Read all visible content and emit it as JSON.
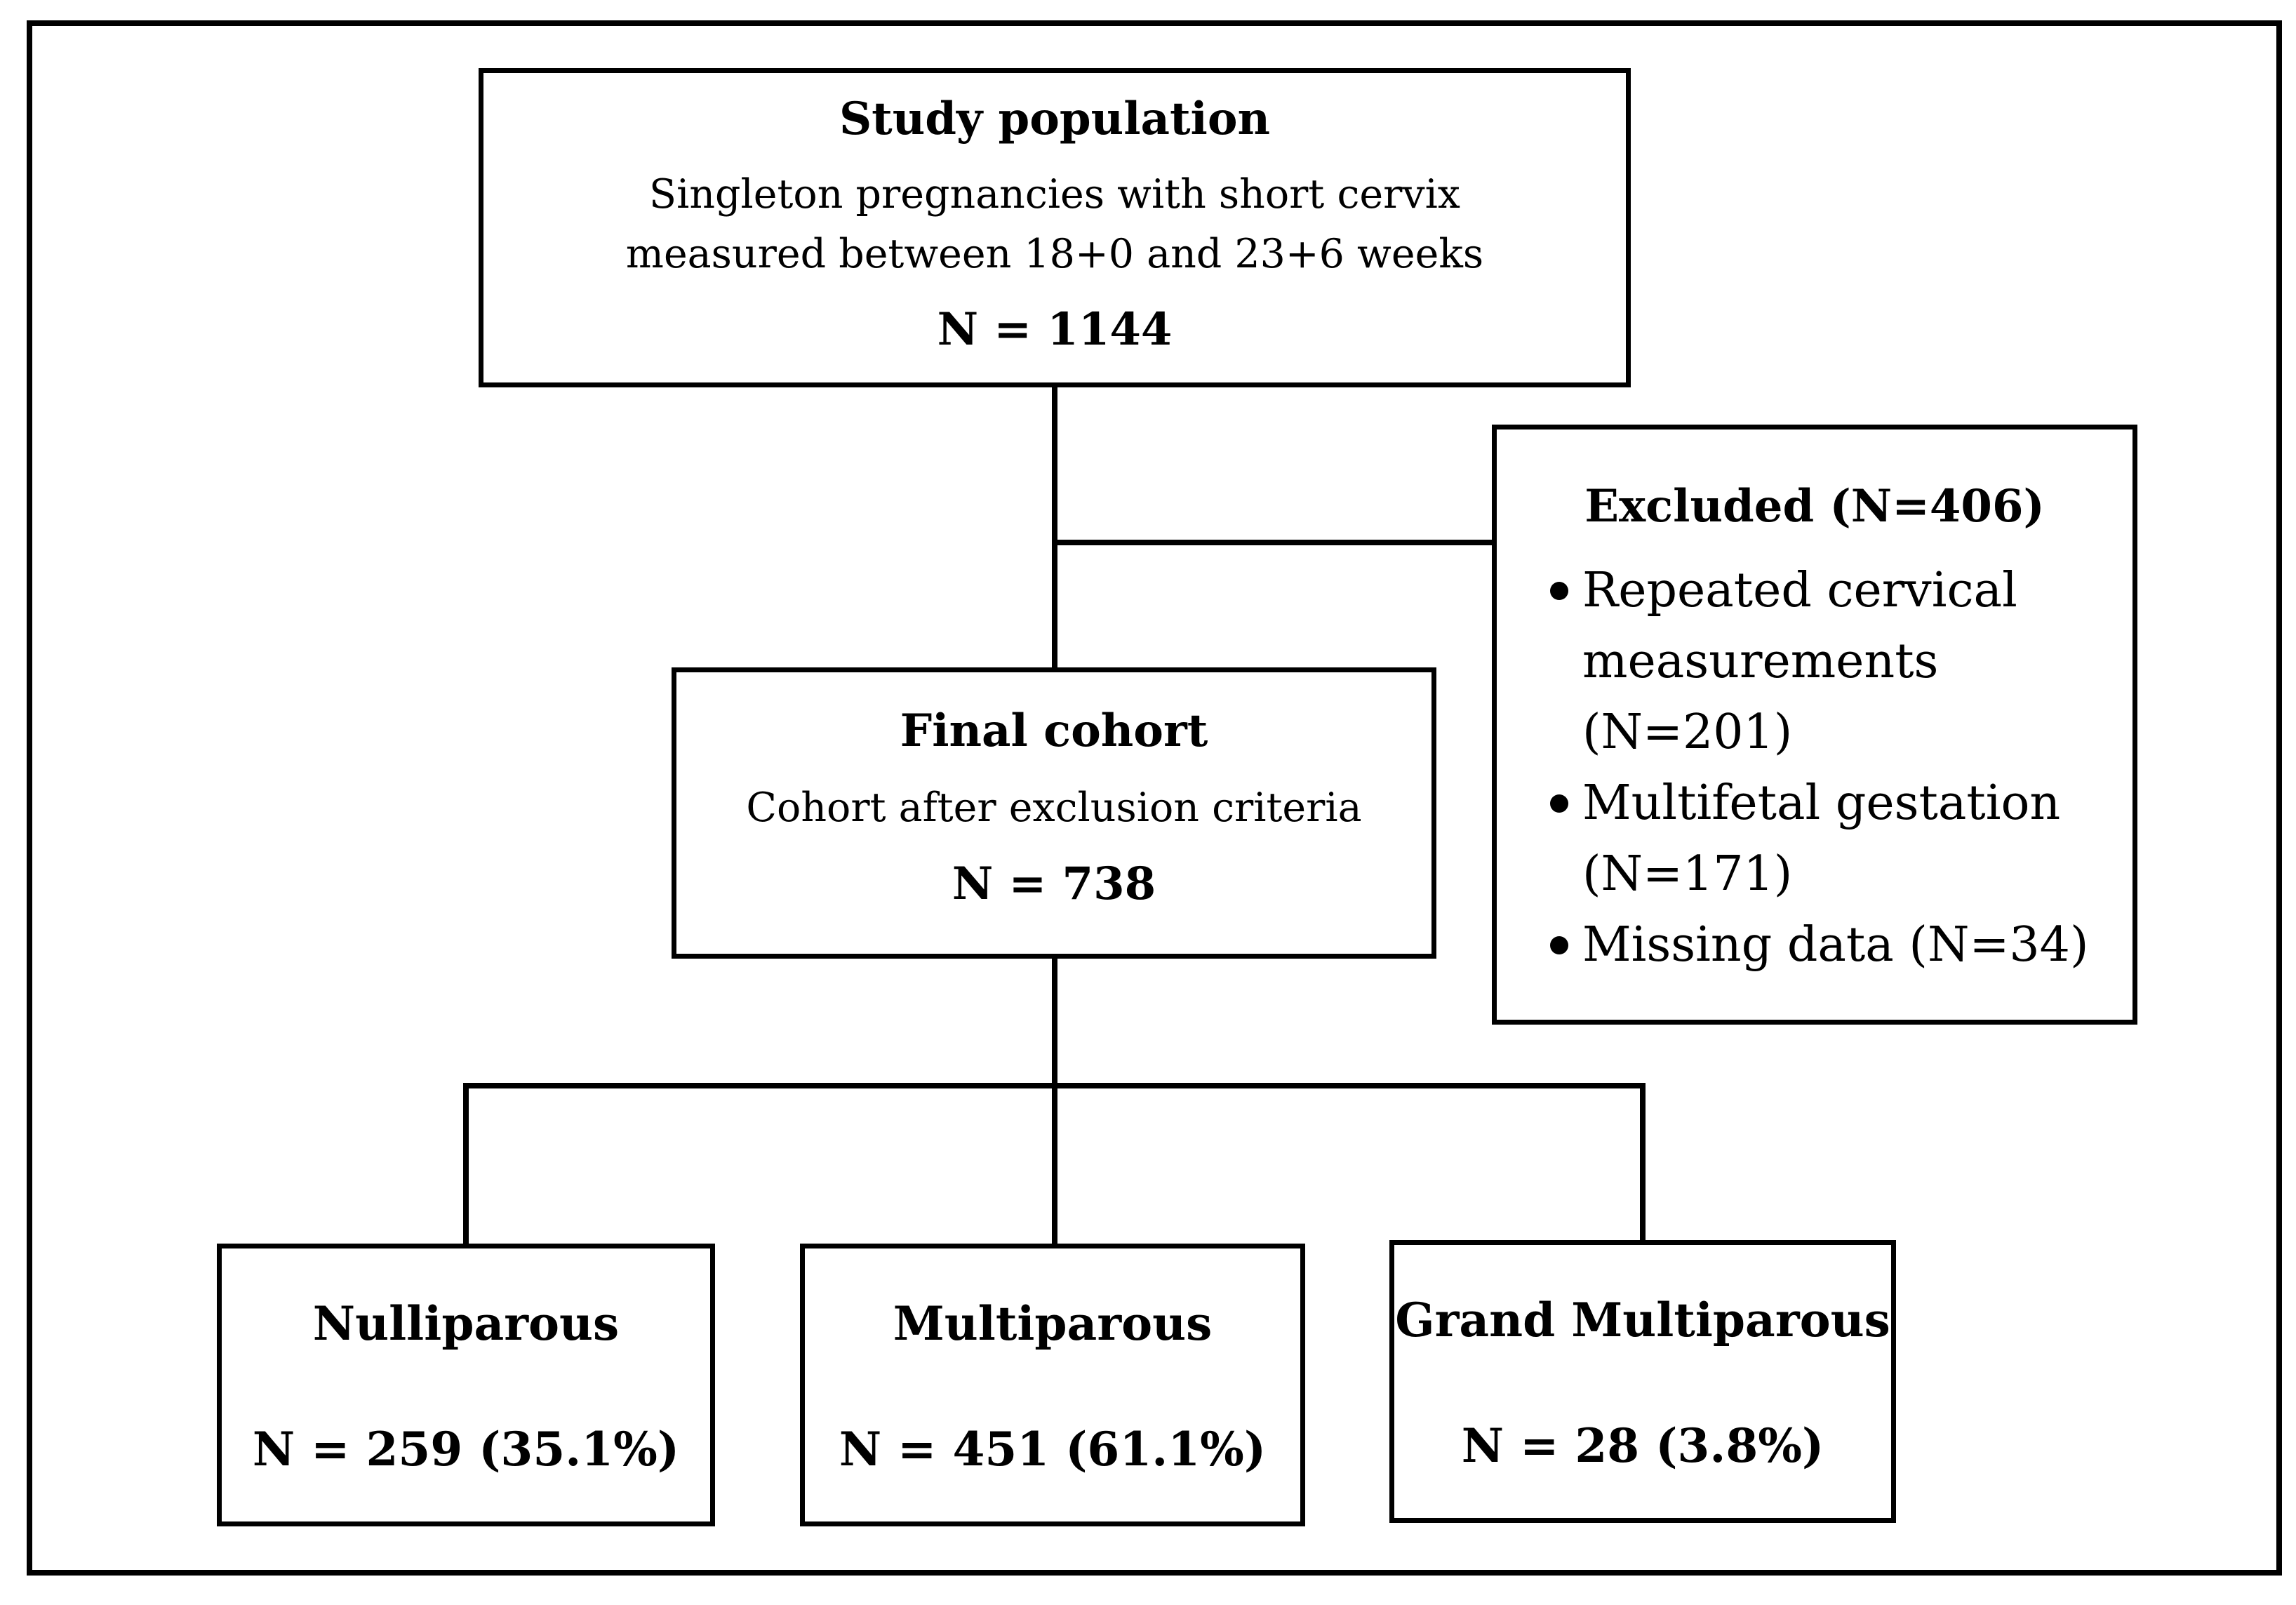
{
  "study_population": {
    "title": "Study population",
    "description": "Singleton pregnancies with short cervix measured between 18+0 and 23+6 weeks",
    "count": "N = 1144"
  },
  "excluded": {
    "title": "Excluded (N=406)",
    "items": [
      "Repeated cervical measurements (N=201)",
      "Multifetal gestation (N=171)",
      "Missing data (N=34)"
    ]
  },
  "final_cohort": {
    "title": "Final cohort",
    "description": "Cohort after exclusion criteria",
    "count": "N = 738"
  },
  "groups": [
    {
      "title": "Nulliparous",
      "count": "N = 259 (35.1%)"
    },
    {
      "title": "Multiparous",
      "count": "N = 451 (61.1%)"
    },
    {
      "title": "Grand Multiparous",
      "count": "N = 28 (3.8%)"
    }
  ],
  "colors": {
    "line": "#000000",
    "background": "#ffffff"
  }
}
